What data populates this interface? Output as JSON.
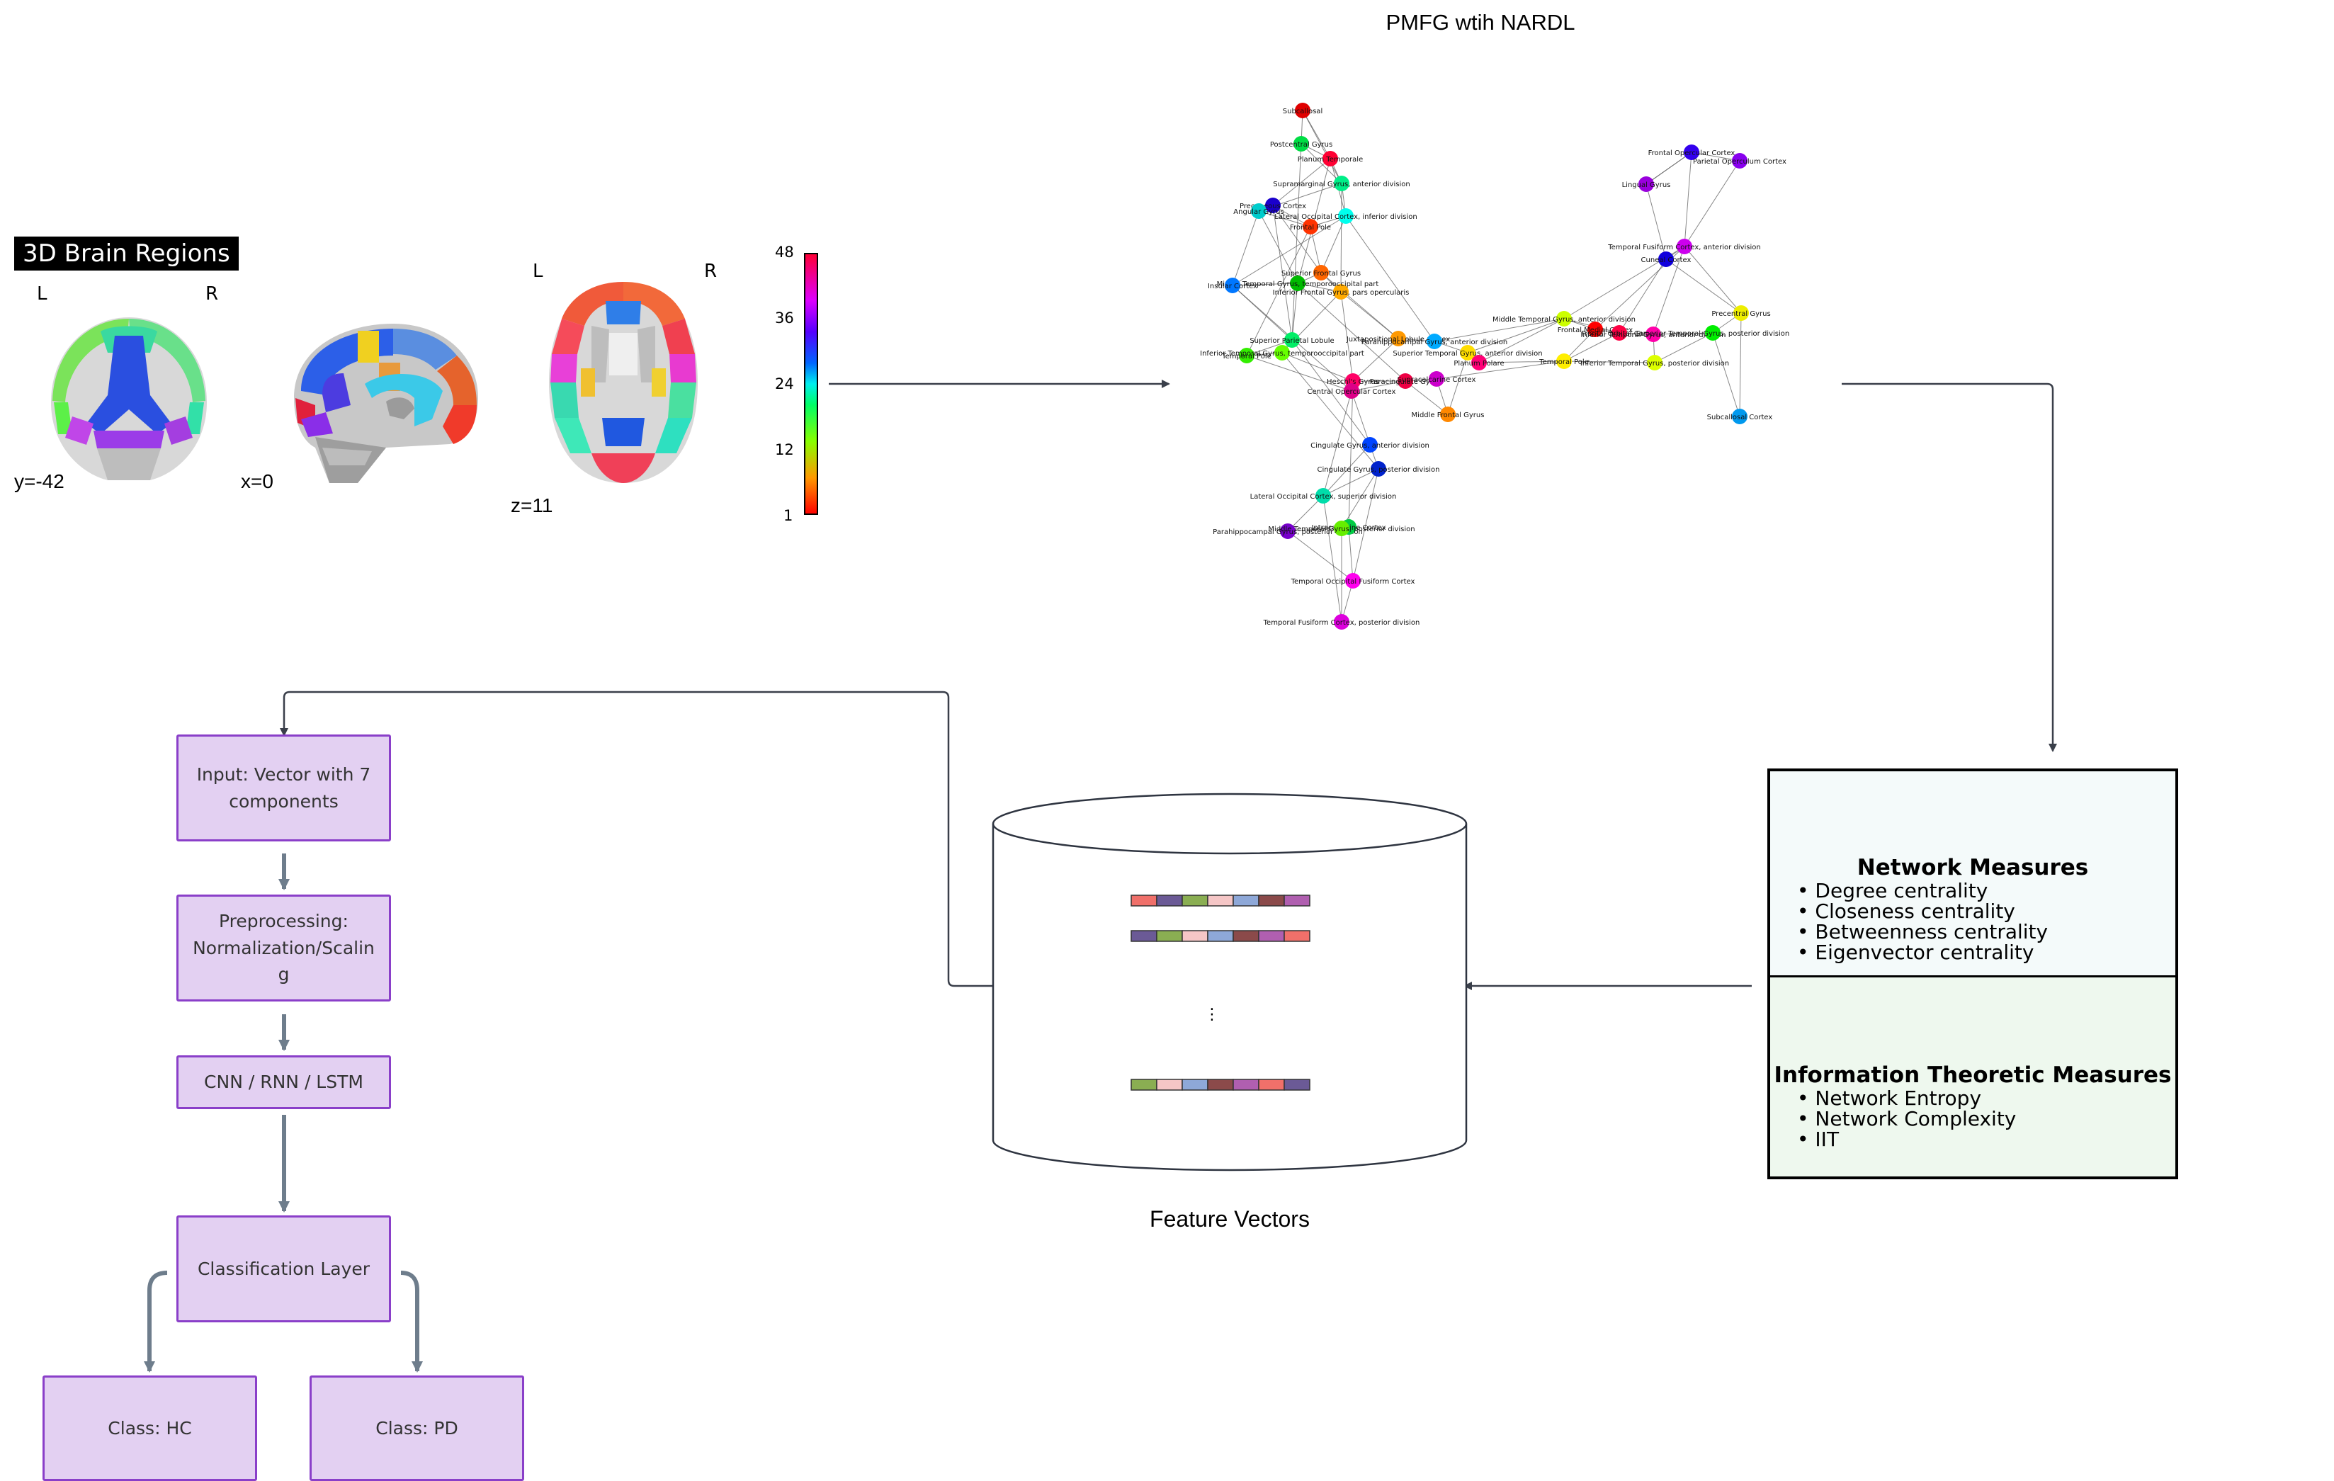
{
  "brain_panel": {
    "title": "3D Brain Regions",
    "views": [
      {
        "slice": "y=-42",
        "left": "L",
        "right": "R"
      },
      {
        "slice": "x=0"
      },
      {
        "slice": "z=11",
        "left": "L",
        "right": "R"
      }
    ],
    "colorbar_ticks": [
      "48",
      "36",
      "24",
      "12",
      "1"
    ]
  },
  "network": {
    "title": "PMFG wtih NARDL",
    "nodes": [
      {
        "label": "Subcallosal",
        "color": "#e00000"
      },
      {
        "label": "Postcentral Gyrus",
        "color": "#00dd44"
      },
      {
        "label": "Planum Temporale",
        "color": "#ff0033"
      },
      {
        "label": "Supramarginal Gyrus, anterior division",
        "color": "#00ee88"
      },
      {
        "label": "Precuneous Cortex",
        "color": "#1a00cc"
      },
      {
        "label": "Angular Gyrus",
        "color": "#00cccc"
      },
      {
        "label": "Lateral Occipital Cortex, inferior division",
        "color": "#00ffee"
      },
      {
        "label": "Frontal Pole",
        "color": "#ff3300"
      },
      {
        "label": "Superior Frontal Gyrus",
        "color": "#ff6600"
      },
      {
        "label": "Inferior Frontal Gyrus, pars opercularis",
        "color": "#ffaa00"
      },
      {
        "label": "Middle Temporal Gyrus, temporooccipital part",
        "color": "#00bb00"
      },
      {
        "label": "Insular Cortex",
        "color": "#0077ff"
      },
      {
        "label": "Superior Parietal Lobule",
        "color": "#00ee66"
      },
      {
        "label": "Temporal Pole",
        "color": "#33ee00"
      },
      {
        "label": "Inferior Temporal Gyrus, temporooccipital part",
        "color": "#66ff00"
      },
      {
        "label": "Juxtapositional Lobule Cortex",
        "color": "#ff9900"
      },
      {
        "label": "Parahippocampal Gyrus, anterior division",
        "color": "#00aaff"
      },
      {
        "label": "Superior Temporal Gyrus, anterior division",
        "color": "#ffdd00"
      },
      {
        "label": "Heschl's Gyrus",
        "color": "#ff0066"
      },
      {
        "label": "Central Opercular Cortex",
        "color": "#dd0088"
      },
      {
        "label": "Paracingulate Gyrus",
        "color": "#ee0044"
      },
      {
        "label": "Supracalcarine Cortex",
        "color": "#cc00cc"
      },
      {
        "label": "Middle Frontal Gyrus",
        "color": "#ff8800"
      },
      {
        "label": "Planum Polare",
        "color": "#ff0077"
      },
      {
        "label": "Middle Temporal Gyrus, anterior division",
        "color": "#ccff00"
      },
      {
        "label": "Frontal Medial Cortex",
        "color": "#ff0000"
      },
      {
        "label": "Frontal Orbital Cortex",
        "color": "#ff0044"
      },
      {
        "label": "Inferior Temporal Gyrus, anterior division",
        "color": "#ff00aa"
      },
      {
        "label": "Superior Temporal Gyrus, posterior division",
        "color": "#00ee00"
      },
      {
        "label": "Temporal Fusiform Cortex, anterior division",
        "color": "#cc00ee"
      },
      {
        "label": "Cuneal Cortex",
        "color": "#1100dd"
      },
      {
        "label": "Frontal Opercular Cortex",
        "color": "#3300ee"
      },
      {
        "label": "Parietal Operculum Cortex",
        "color": "#8800ee"
      },
      {
        "label": "Lingual Gyrus",
        "color": "#9900dd"
      },
      {
        "label": "Precentral Gyrus",
        "color": "#eeee00"
      },
      {
        "label": "Inferior Temporal Gyrus, posterior division",
        "color": "#ddff00"
      },
      {
        "label": "Subcallosal Cortex",
        "color": "#0099ee"
      },
      {
        "label": "Temporal Pole",
        "color": "#ffee00"
      },
      {
        "label": "Cingulate Gyrus, anterior division",
        "color": "#0044ff"
      },
      {
        "label": "Cingulate Gyrus, posterior division",
        "color": "#0022cc"
      },
      {
        "label": "Lateral Occipital Cortex, superior division",
        "color": "#00ddaa"
      },
      {
        "label": "Parahippocampal Gyrus, posterior division",
        "color": "#7700cc"
      },
      {
        "label": "Intracalcarine Cortex",
        "color": "#00cc44"
      },
      {
        "label": "Middle Temporal Gyrus, posterior division",
        "color": "#66ee00"
      },
      {
        "label": "Temporal Occipital Fusiform Cortex",
        "color": "#ff00ee"
      },
      {
        "label": "Temporal Fusiform Cortex, posterior division",
        "color": "#dd00dd"
      }
    ]
  },
  "feature_vectors": {
    "label": "Feature Vectors",
    "ellipsis": "⋮",
    "rows": [
      [
        "#f0706a",
        "#6b5a96",
        "#8aae52",
        "#f5c6c6",
        "#8ea8d8",
        "#8b4a4a",
        "#b05fb0"
      ],
      [
        "#6b5a96",
        "#8aae52",
        "#f5c6c6",
        "#8ea8d8",
        "#8b4a4a",
        "#b05fb0",
        "#f0706a"
      ],
      [
        "#8aae52",
        "#f5c6c6",
        "#8ea8d8",
        "#8b4a4a",
        "#b05fb0",
        "#f0706a",
        "#6b5a96"
      ]
    ]
  },
  "measures": {
    "network": {
      "title": "Network Measures",
      "items": [
        "Degree centrality",
        "Closeness centrality",
        "Betweenness centrality",
        "Eigenvector centrality"
      ]
    },
    "info": {
      "title": "Information Theoretic Measures",
      "items": [
        "Network Entropy",
        "Network Complexity",
        "IIT"
      ]
    }
  },
  "pipeline": {
    "input": "Input: Vector with 7 components",
    "preprocessing": "Preprocessing: Normalization/Scalin g",
    "model": "CNN / RNN / LSTM",
    "classification": "Classification Layer",
    "class_hc": "Class: HC",
    "class_pd": "Class: PD"
  }
}
